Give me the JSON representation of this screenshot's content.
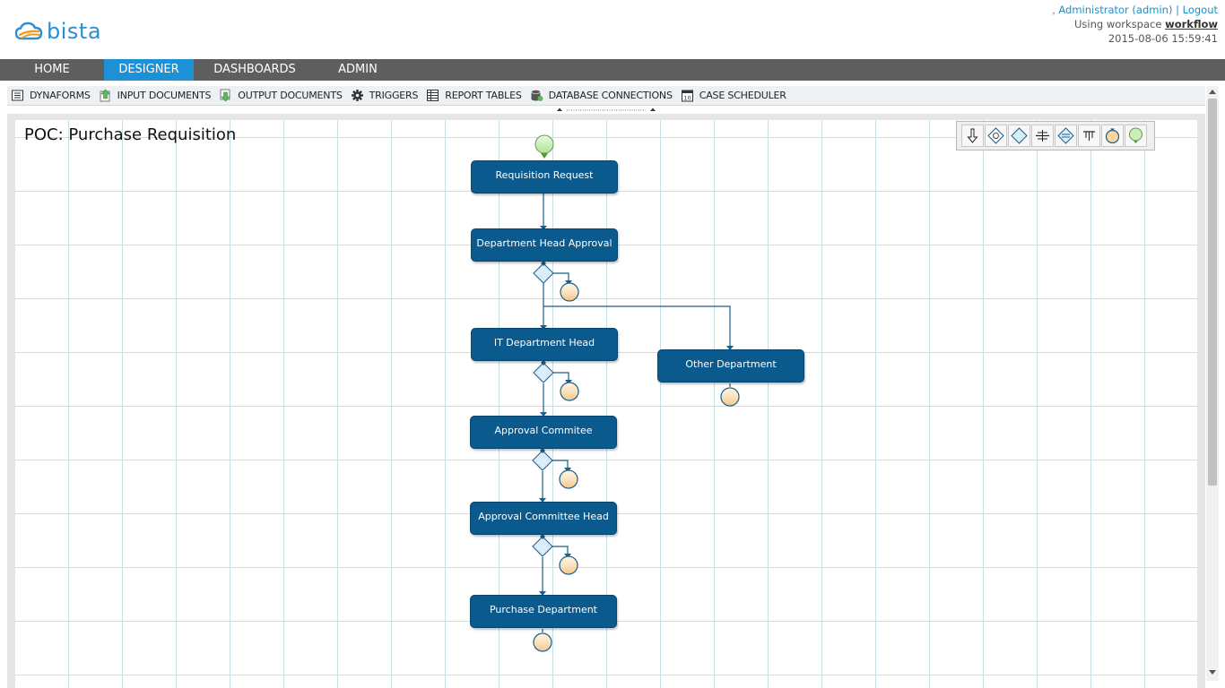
{
  "brand": {
    "name": "bista"
  },
  "user": {
    "prefix": ", ",
    "name": "Administrator (admin)",
    "separator": " | ",
    "logout": "Logout",
    "workspace_prefix": "Using workspace ",
    "workspace": "workflow",
    "datetime": "2015-08-06 15:59:41"
  },
  "nav": {
    "tabs": [
      {
        "label": "HOME"
      },
      {
        "label": "DESIGNER"
      },
      {
        "label": "DASHBOARDS"
      },
      {
        "label": "ADMIN"
      }
    ],
    "active": "DESIGNER"
  },
  "toolbar": {
    "items": [
      {
        "label": "DYNAFORMS",
        "icon": "dynaforms-icon"
      },
      {
        "label": "INPUT DOCUMENTS",
        "icon": "input-documents-icon"
      },
      {
        "label": "OUTPUT DOCUMENTS",
        "icon": "output-documents-icon"
      },
      {
        "label": "TRIGGERS",
        "icon": "gear-icon"
      },
      {
        "label": "REPORT TABLES",
        "icon": "report-tables-icon"
      },
      {
        "label": "DATABASE CONNECTIONS",
        "icon": "database-icon"
      },
      {
        "label": "CASE SCHEDULER",
        "icon": "calendar-icon"
      }
    ]
  },
  "process": {
    "title": "POC: Purchase Requisition",
    "tasks": [
      {
        "label": "Requisition Request"
      },
      {
        "label": "Department Head Approval"
      },
      {
        "label": "IT Department Head"
      },
      {
        "label": "Other Department"
      },
      {
        "label": "Approval Commitee"
      },
      {
        "label": "Approval Committee Head"
      },
      {
        "label": "Purchase Department"
      }
    ]
  },
  "palette": {
    "tools": [
      "sequential-arrow-icon",
      "selection-gateway-icon",
      "evaluation-gateway-icon",
      "parallel-fork-icon",
      "parallel-evaluation-icon",
      "parallel-join-icon",
      "end-event-icon",
      "start-event-icon"
    ]
  },
  "colors": {
    "task": "#0b5a8e",
    "nav_bar": "#5e5e5e",
    "nav_active": "#1e90d6",
    "link": "#1e90c8",
    "gateway": "#cfe8f5",
    "end_event": "#f7d6a3",
    "start_event": "#c9f0b6",
    "grid": "#c9dfe6"
  }
}
